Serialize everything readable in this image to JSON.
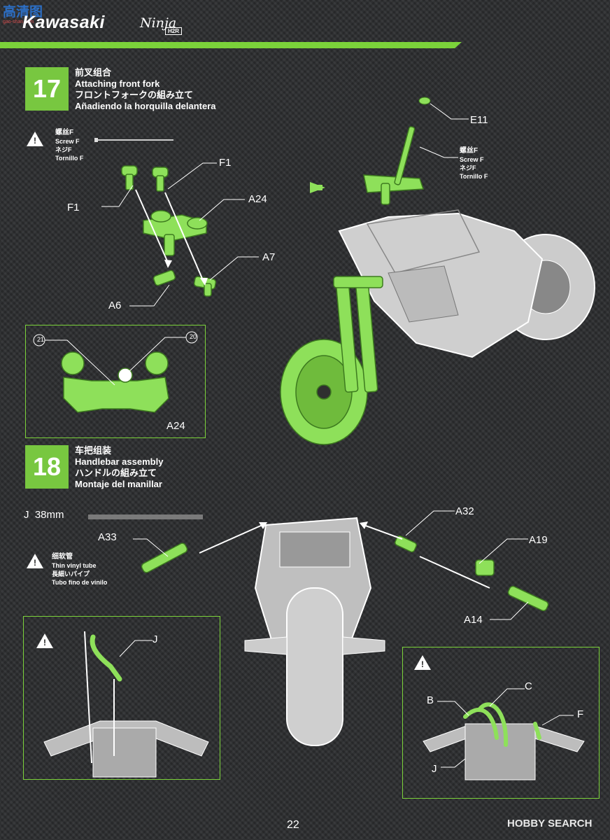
{
  "header": {
    "brand": "Kawasaki",
    "model": "Ninja",
    "model_sub": "H2R",
    "watermark_site": "高清图",
    "watermark_url": "gao-shan.com"
  },
  "step17": {
    "number": "17",
    "title_cn": "前叉组合",
    "title_en": "Attaching front fork",
    "title_jp": "フロントフォークの組み立て",
    "title_es": "Añadiendo la horquilla delantera",
    "screw_cn": "螺丝F",
    "screw_en": "Screw F",
    "screw_jp": "ネジF",
    "screw_es": "Tornillo F",
    "labels": {
      "f1_top": "F1",
      "f1_left": "F1",
      "a24": "A24",
      "a7": "A7",
      "a6": "A6",
      "e11": "E11",
      "inset_a24": "A24",
      "circle_21": "21",
      "circle_20": "20"
    },
    "screw_right_cn": "螺丝F",
    "screw_right_en": "Screw F",
    "screw_right_jp": "ネジF",
    "screw_right_es": "Tornillo F"
  },
  "step18": {
    "number": "18",
    "title_cn": "车把组装",
    "title_en": "Handlebar assembly",
    "title_jp": "ハンドルの組み立て",
    "title_es": "Montaje del manillar",
    "tube_label": "J  38mm",
    "tube_cn": "细软管",
    "tube_en": "Thin vinyl tube",
    "tube_jp": "長細いパイプ",
    "tube_es": "Tubo fino de vinilo",
    "labels": {
      "a33": "A33",
      "a32": "A32",
      "a19": "A19",
      "a14": "A14",
      "j_left": "J",
      "b": "B",
      "c": "C",
      "f": "F",
      "j_right": "J"
    }
  },
  "footer": {
    "page": "22",
    "logo": "HOBBY SEARCH"
  },
  "colors": {
    "accent": "#7bd23a",
    "part_green": "#8ee05a",
    "background": "#2b2c2e"
  }
}
